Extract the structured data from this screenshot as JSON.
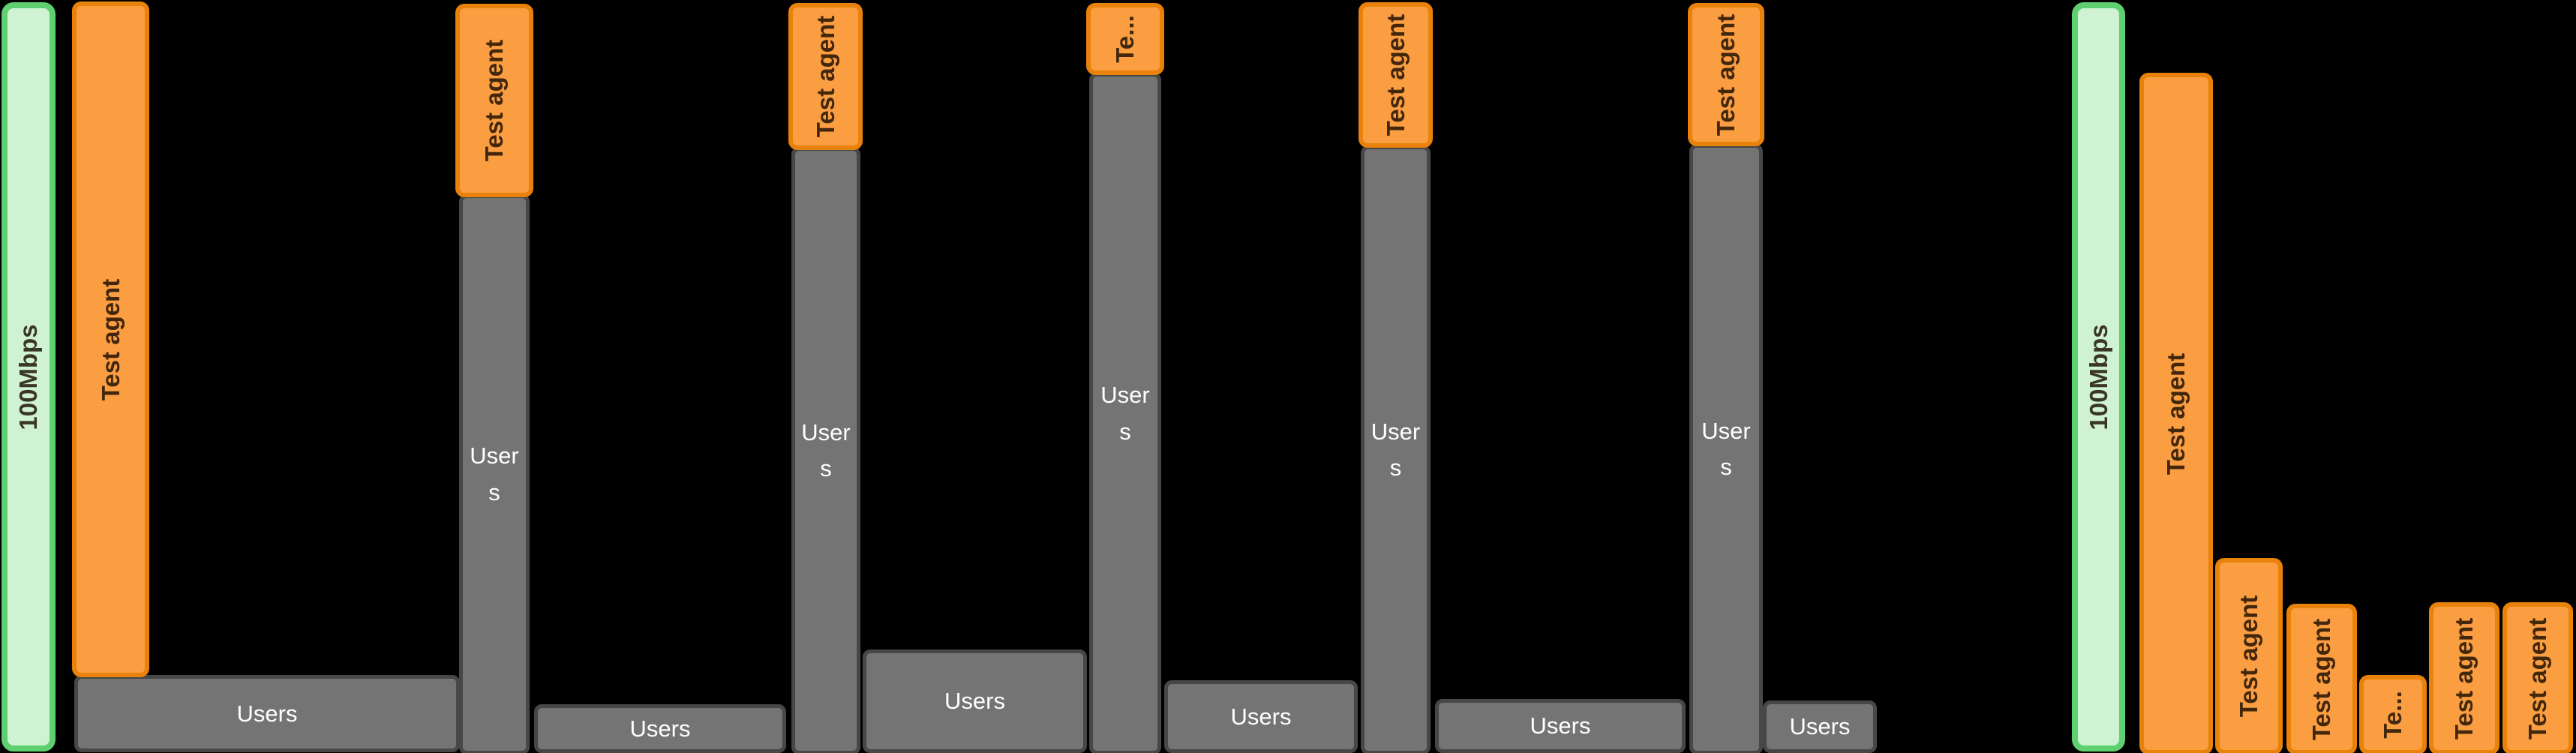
{
  "palette": {
    "background": "#000000",
    "capacity_fill": "#cff2d2",
    "capacity_stroke": "#5fd06f",
    "test_agent_fill": "#fb9e42",
    "test_agent_stroke": "#e8820a",
    "users_fill": "#747474",
    "users_stroke": "#474747",
    "label_on_color": "#190c00",
    "label_on_gray": "#ffffff"
  },
  "diagram": {
    "nodes": [
      {
        "name": "capacity-bar-left",
        "label": "100Mbps"
      },
      {
        "name": "test-agent-bar-1",
        "label": "Test agent"
      },
      {
        "name": "users-bar-1",
        "label": "Users"
      },
      {
        "name": "test-agent-bar-2",
        "label": "Test agent"
      },
      {
        "name": "users-column-2",
        "label": "Users"
      },
      {
        "name": "users-bar-2",
        "label": "Users"
      },
      {
        "name": "test-agent-bar-3",
        "label": "Test agent"
      },
      {
        "name": "users-column-3",
        "label": "Users"
      },
      {
        "name": "users-bar-3",
        "label": "Users"
      },
      {
        "name": "test-agent-bar-4-truncated",
        "label": "Te..."
      },
      {
        "name": "users-column-4",
        "label": "Users"
      },
      {
        "name": "users-bar-4",
        "label": "Users"
      },
      {
        "name": "test-agent-bar-5",
        "label": "Test agent"
      },
      {
        "name": "users-column-5",
        "label": "Users"
      },
      {
        "name": "users-bar-5",
        "label": "Users"
      },
      {
        "name": "test-agent-bar-6",
        "label": "Test agent"
      },
      {
        "name": "users-column-6",
        "label": "Users"
      },
      {
        "name": "users-bar-6",
        "label": "Users"
      },
      {
        "name": "capacity-bar-right",
        "label": "100Mbps"
      },
      {
        "name": "test-agent-bar-right-tall",
        "label": "Test agent"
      },
      {
        "name": "test-agent-bar-small-1",
        "label": "Test agent"
      },
      {
        "name": "test-agent-bar-small-2",
        "label": "Test agent"
      },
      {
        "name": "test-agent-bar-small-3-truncated",
        "label": "Te..."
      },
      {
        "name": "test-agent-bar-small-4",
        "label": "Test agent"
      },
      {
        "name": "test-agent-bar-small-5",
        "label": "Test agent"
      }
    ]
  }
}
